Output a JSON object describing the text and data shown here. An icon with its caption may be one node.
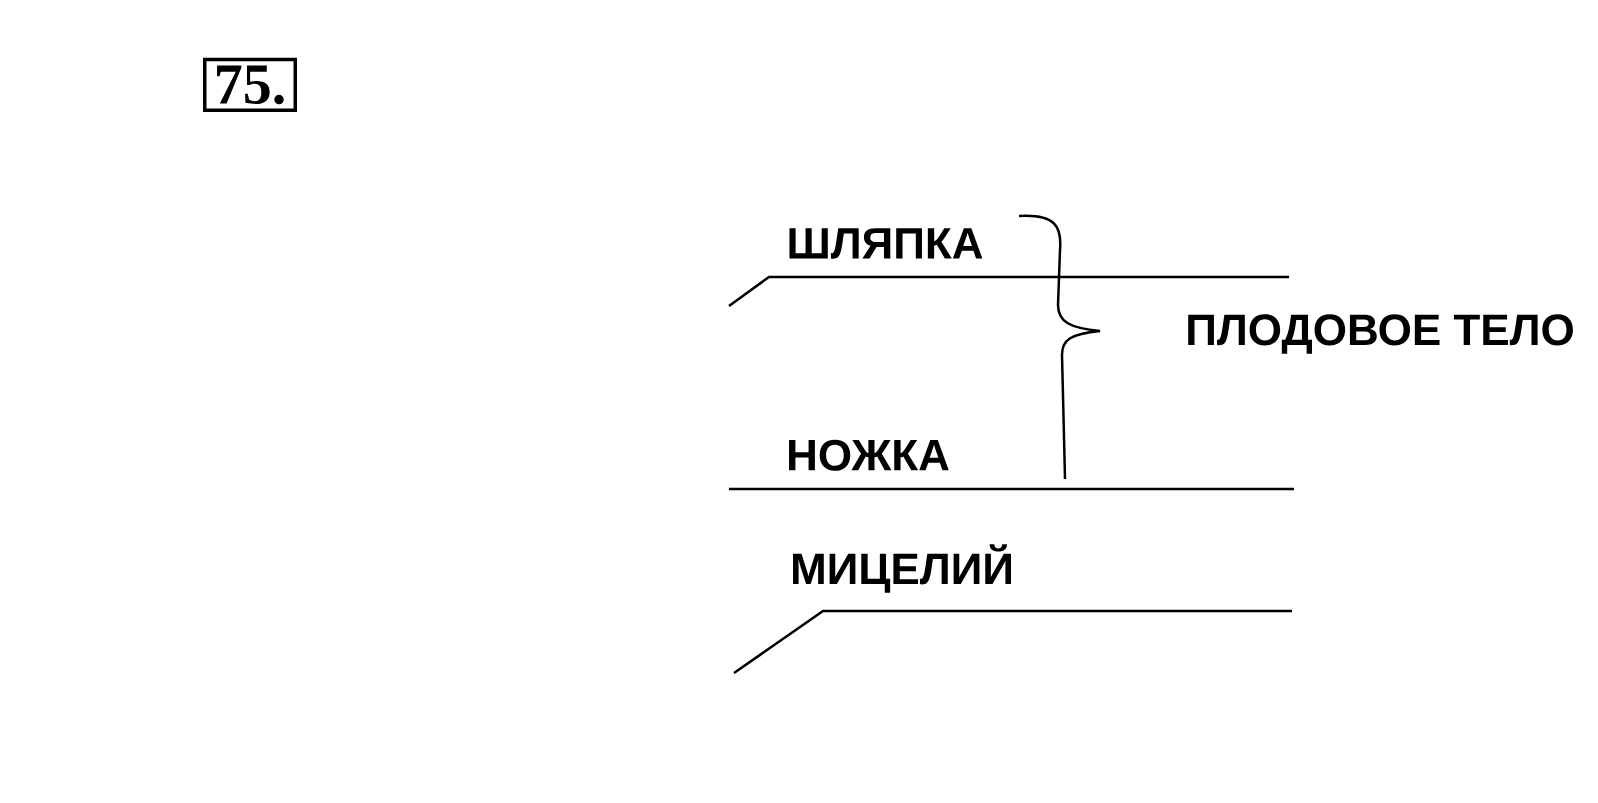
{
  "diagram": {
    "nodes": [
      {
        "text": [
          "75."
        ]
      },
      {
        "text": [
          "ШЛЯПКА"
        ]
      },
      {
        "text": [
          "НОЖКА"
        ]
      },
      {
        "text": [
          "МИЦЕЛИЙ"
        ]
      },
      {
        "text": [
          "ПЛОДОВОЕ ТЕЛО"
        ]
      }
    ],
    "edges": [
      {
        "from": 1,
        "to": null,
        "arrow": "none"
      },
      {
        "from": 2,
        "to": null,
        "arrow": "none"
      },
      {
        "from": 3,
        "to": null,
        "arrow": "none"
      }
    ]
  }
}
